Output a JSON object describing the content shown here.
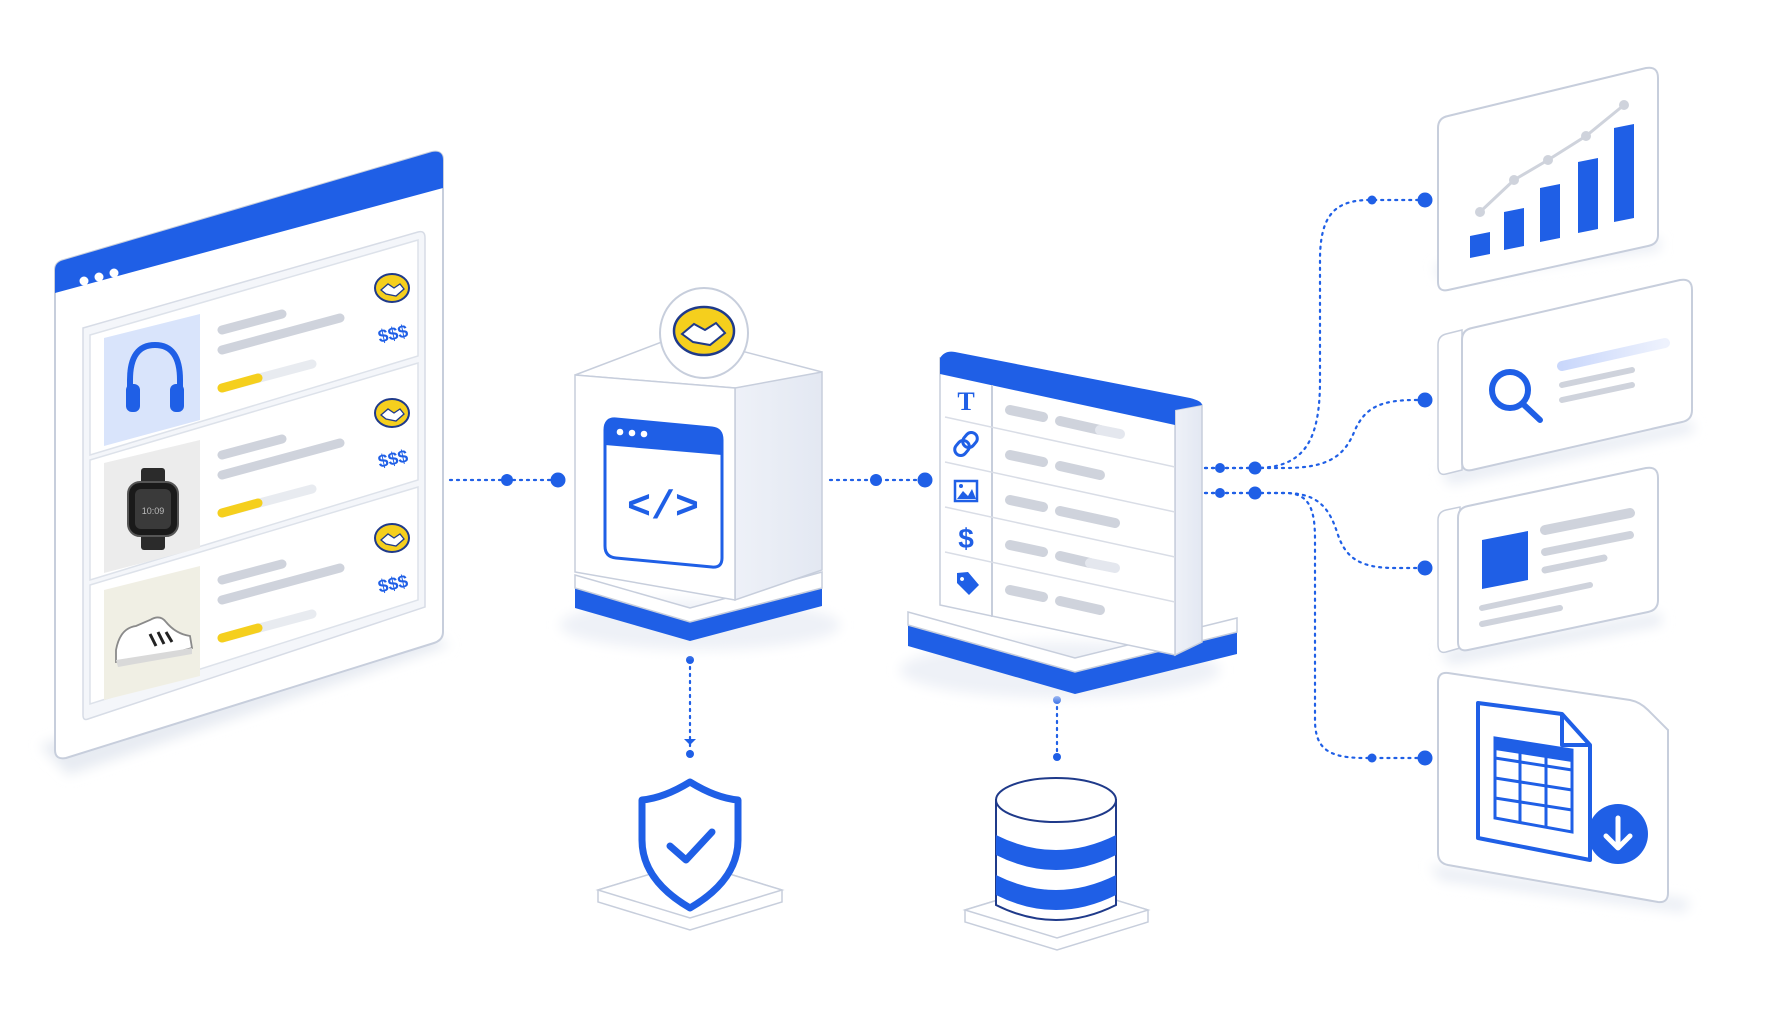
{
  "colors": {
    "primary": "#1f5fe6",
    "accent_yellow": "#f5cf1d",
    "line_grey": "#cfd3dc",
    "panel_border": "#c7cedc",
    "background": "#ffffff"
  },
  "storefront": {
    "window_dots": 3,
    "products": [
      {
        "name": "headphones",
        "icon": "headphones-icon",
        "price": "$$$",
        "badge_icon": "handshake-icon"
      },
      {
        "name": "smartwatch",
        "icon": "smartwatch-icon",
        "price": "$$$",
        "badge_icon": "handshake-icon"
      },
      {
        "name": "sneaker",
        "icon": "sneaker-icon",
        "price": "$$$",
        "badge_icon": "handshake-icon"
      }
    ]
  },
  "scraper": {
    "icon": "code-icon",
    "code_glyph": "</>",
    "badge_icon": "handshake-icon"
  },
  "schema_table": {
    "field_icons": [
      "text-icon",
      "link-icon",
      "image-icon",
      "dollar-icon",
      "tag-icon"
    ],
    "text_glyph": "T",
    "dollar_glyph": "$"
  },
  "security": {
    "icon": "shield-check-icon"
  },
  "storage": {
    "icon": "database-icon"
  },
  "outputs": [
    {
      "name": "analytics",
      "icon": "bar-chart-icon"
    },
    {
      "name": "search",
      "icon": "search-icon"
    },
    {
      "name": "content-card",
      "icon": "article-icon"
    },
    {
      "name": "spreadsheet-export",
      "icon": "spreadsheet-download-icon"
    }
  ]
}
